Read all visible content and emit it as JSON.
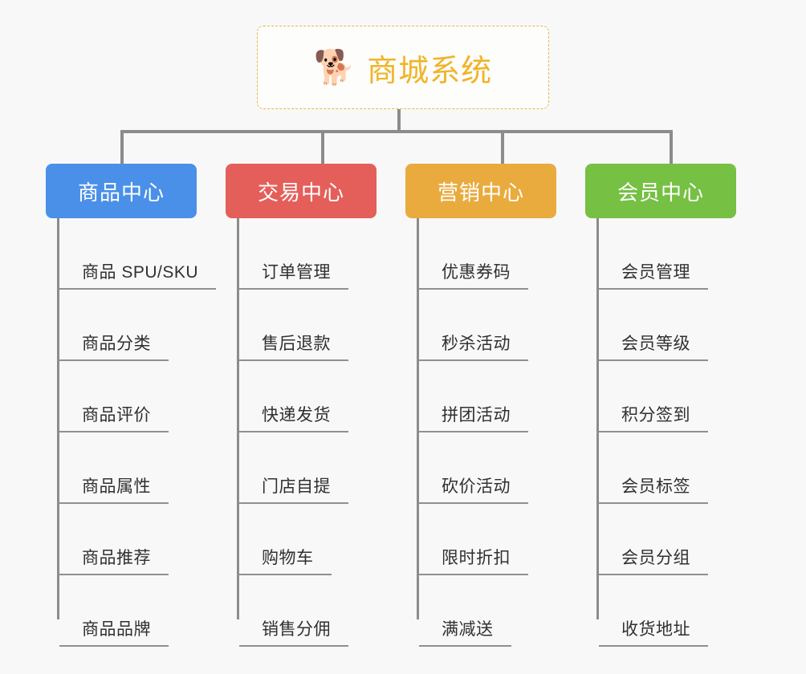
{
  "background_color": "#f8f8f8",
  "root": {
    "icon": "dog-face-emoji",
    "emoji": "🐕",
    "title": "商城系统",
    "title_color": "#f0b429",
    "border_color": "#e8b84b"
  },
  "categories": [
    {
      "label": "商品中心",
      "color": "#4a90e8",
      "items": [
        "商品 SPU/SKU",
        "商品分类",
        "商品评价",
        "商品属性",
        "商品推荐",
        "商品品牌"
      ]
    },
    {
      "label": "交易中心",
      "color": "#e45f5a",
      "items": [
        "订单管理",
        "售后退款",
        "快递发货",
        "门店自提",
        "购物车",
        "销售分佣"
      ]
    },
    {
      "label": "营销中心",
      "color": "#e9ab3e",
      "items": [
        "优惠券码",
        "秒杀活动",
        "拼团活动",
        "砍价活动",
        "限时折扣",
        "满减送"
      ]
    },
    {
      "label": "会员中心",
      "color": "#76c043",
      "items": [
        "会员管理",
        "会员等级",
        "积分签到",
        "会员标签",
        "会员分组",
        "收货地址"
      ]
    }
  ],
  "connector_color": "#8c8c8c"
}
